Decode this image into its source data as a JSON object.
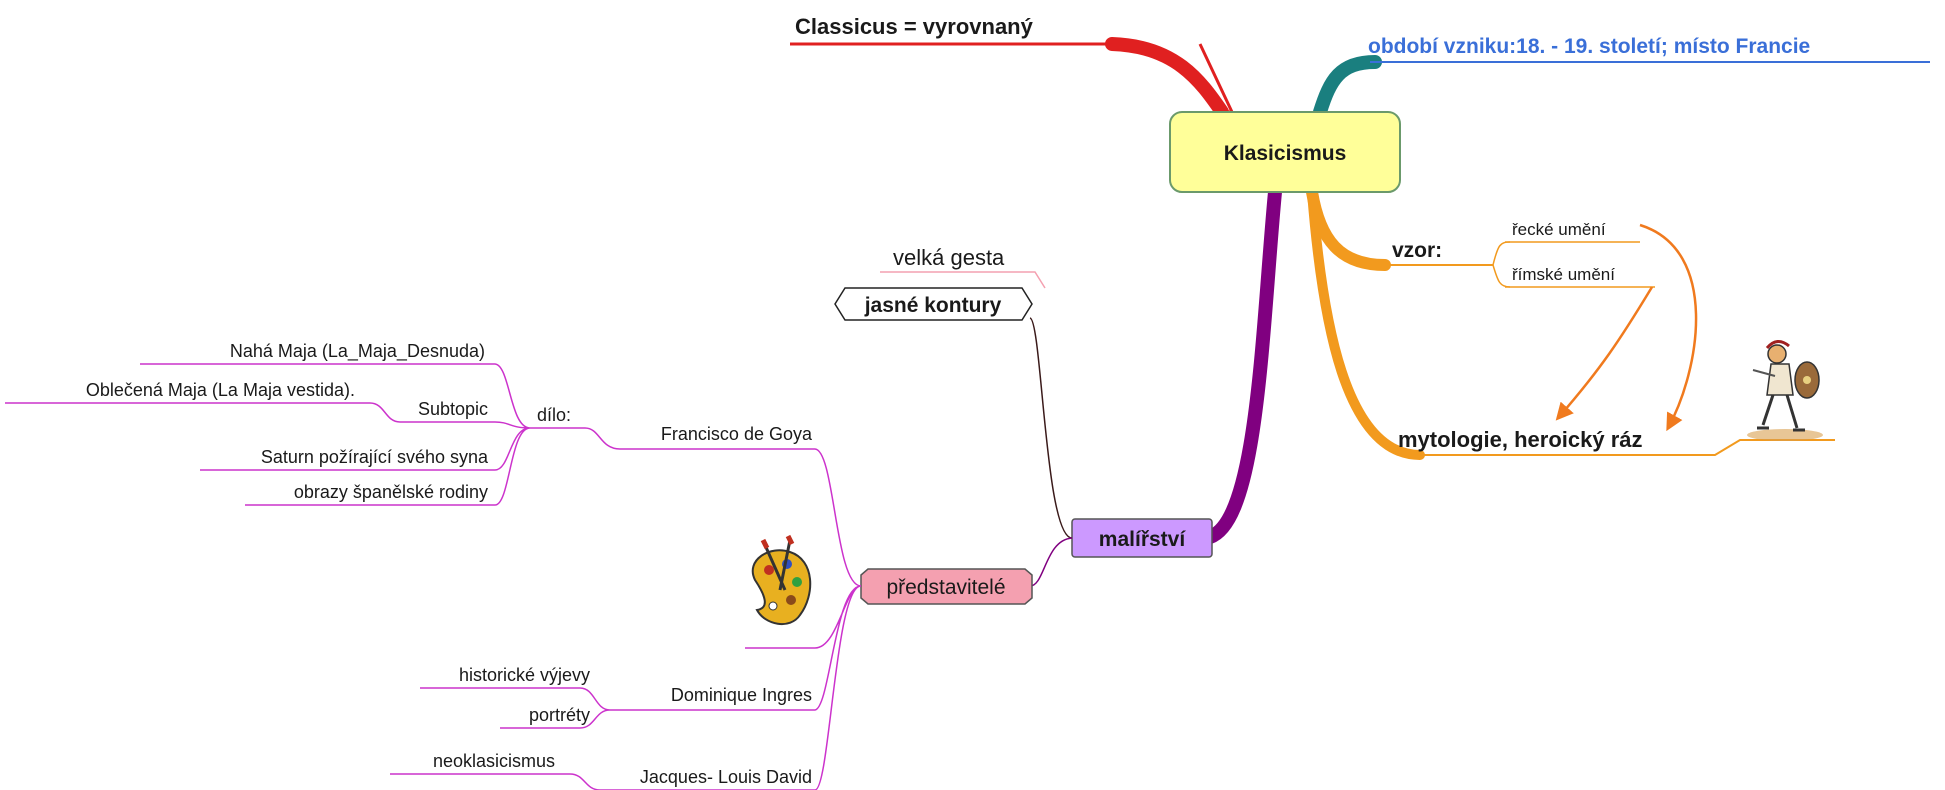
{
  "root": {
    "label": "Klasicismus"
  },
  "branches": {
    "classicus": {
      "label": "Classicus = vyrovnaný",
      "color": "#e02020"
    },
    "obdobi": {
      "label": "období vzniku:18. - 19. století; místo Francie",
      "color": "#3a6fd8",
      "line_color": "#1a7f7f"
    },
    "vzor": {
      "label": "vzor:",
      "color": "#f29a1e",
      "items": [
        "řecké umění",
        "římské umění"
      ],
      "target": "mytologie, heroický ráz"
    },
    "malirstvi": {
      "label": "malířství",
      "color": "#800080",
      "fill": "#cc99ff",
      "subtopics": {
        "jasne_kontury": {
          "label": "jasné kontury",
          "note": "velká gesta"
        },
        "predstavitele": {
          "label": "představitelé",
          "fill": "#f4a0b0",
          "goya": {
            "label": "Francisco de Goya",
            "dilo": "dílo:",
            "works": [
              "Nahá Maja (La_Maja_Desnuda)",
              "Subtopic",
              "Saturn požírající svého syna",
              "obrazy španělské rodiny"
            ],
            "sub_work": "Oblečená Maja (La Maja vestida)."
          },
          "ingres": {
            "label": "Dominique Ingres",
            "works": [
              "historické výjevy",
              "portréty"
            ]
          },
          "david": {
            "label": "Jacques- Louis David",
            "works": [
              "neoklasicismus"
            ]
          }
        }
      }
    }
  },
  "icons": [
    "warrior-clipart-icon",
    "palette-brushes-icon"
  ]
}
